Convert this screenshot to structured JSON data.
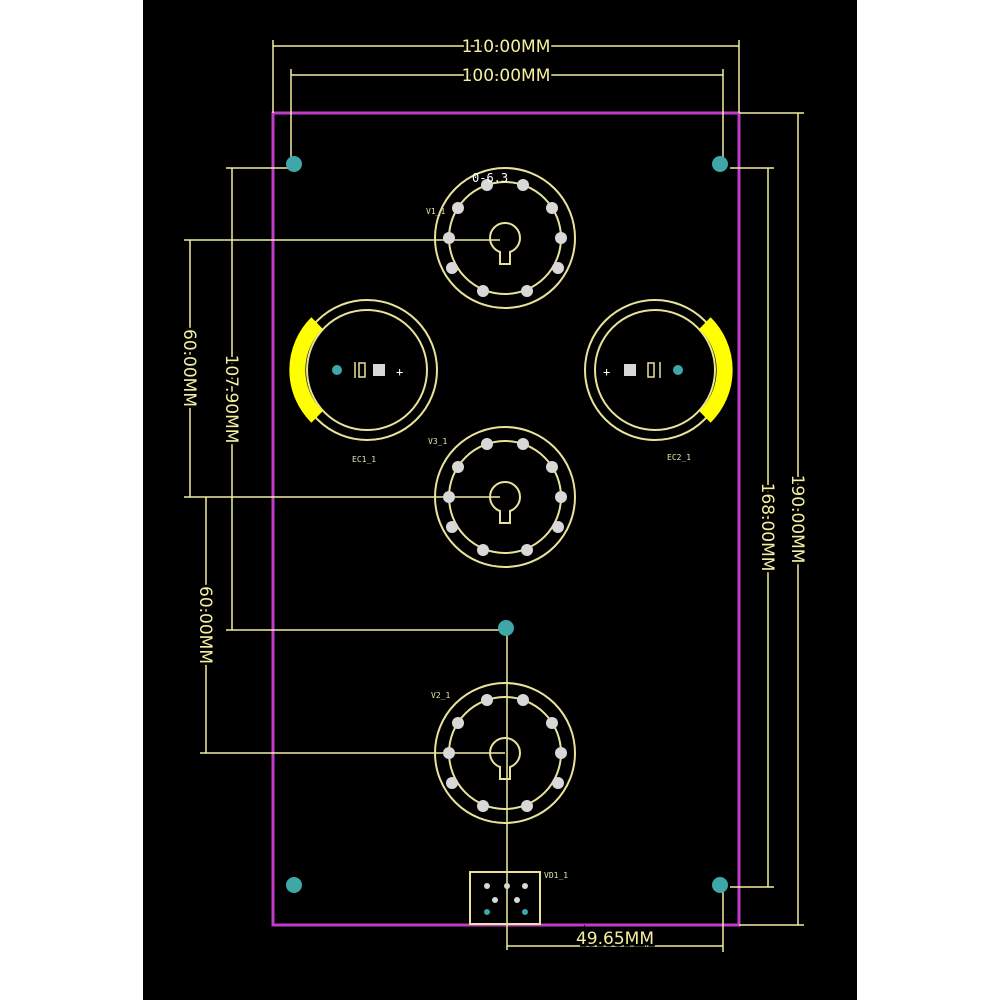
{
  "colors": {
    "background": "#000000",
    "margin": "#ffffff",
    "board_outline": "#c03cc8",
    "dimension": "#f0eea0",
    "silkscreen": "#e9e39a",
    "pad": "#d8d8d8",
    "via": "#3fa7a7",
    "polarity_band": "#ffff00"
  },
  "dimensions": {
    "width_outer": "110.00MM",
    "width_holes": "100.00MM",
    "height_holes": "168.00MM",
    "height_outer": "190.00MM",
    "v1_to_v3": "60.00MM",
    "hole_to_hole_vertical": "107.90MM",
    "v3_to_v2": "60.00MM",
    "connector_offset": "49.65MM"
  },
  "components": {
    "v1": {
      "ref": "V1_1",
      "annotation": "0-6.3"
    },
    "v3": {
      "ref": "V3_1"
    },
    "v2": {
      "ref": "V2_1"
    },
    "ec1": {
      "ref": "EC1_1",
      "plus": "+"
    },
    "ec2": {
      "ref": "EC2_1",
      "plus": "+"
    },
    "connector": {
      "ref": "VD1_1"
    }
  }
}
